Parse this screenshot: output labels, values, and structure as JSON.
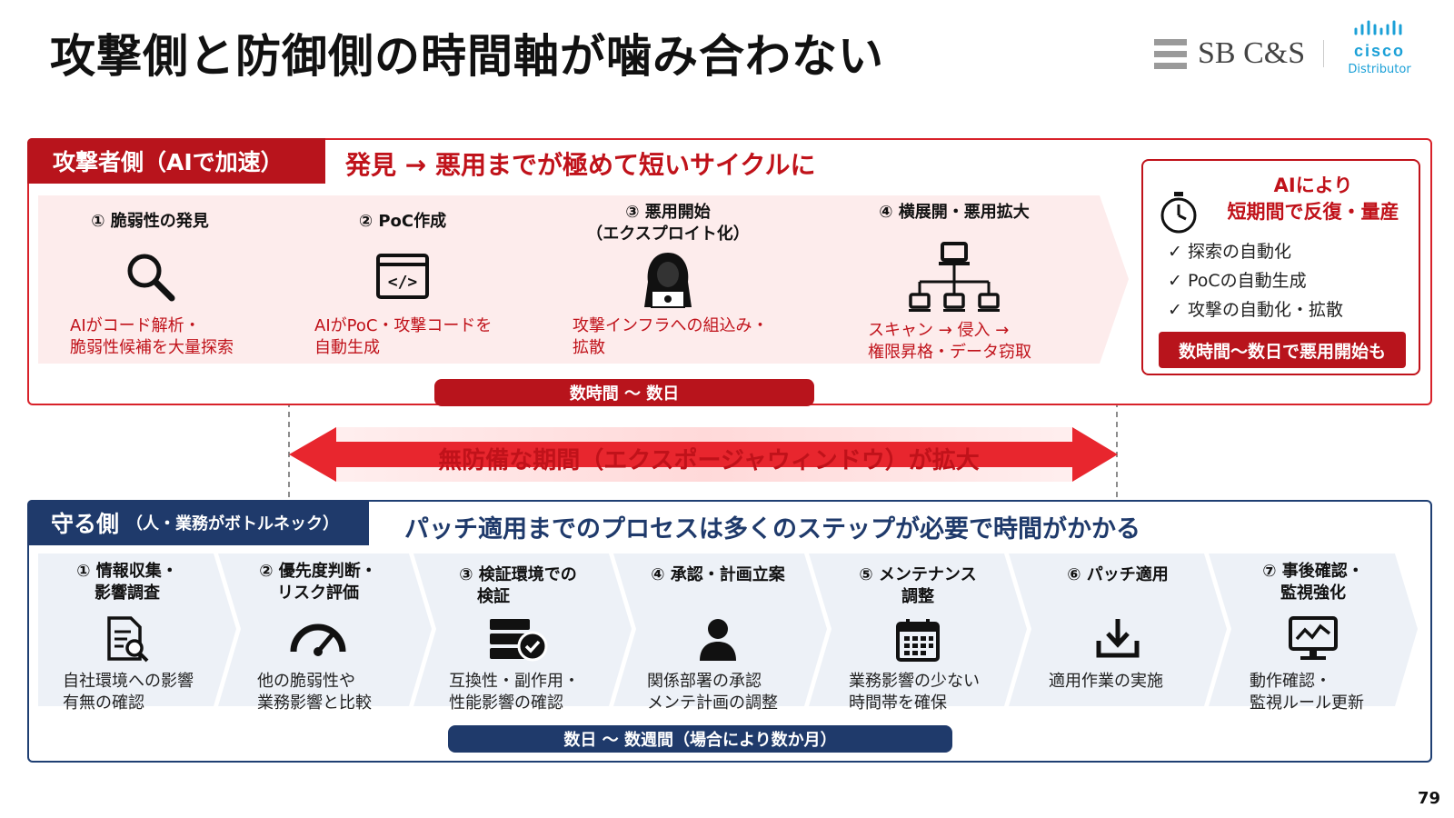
{
  "page": {
    "title": "攻撃側と防御側の時間軸が噛み合わない",
    "page_number": "79"
  },
  "logos": {
    "sbcs": "SB C&S",
    "cisco_word": "cisco",
    "cisco_sub": "Distributor"
  },
  "attacker": {
    "tab_label": "攻撃者側（AIで加速）",
    "headline": "発見 → 悪用までが極めて短いサイクルに",
    "steps": [
      {
        "title_lines": [
          "① 脆弱性の発見"
        ],
        "icon": "magnifier-icon",
        "desc_lines": [
          "AIがコード解析・",
          "脆弱性候補を大量探索"
        ]
      },
      {
        "title_lines": [
          "② PoC作成"
        ],
        "icon": "code-window-icon",
        "desc_lines": [
          "AIがPoC・攻撃コードを",
          "自動生成"
        ]
      },
      {
        "title_lines": [
          "③ 悪用開始",
          "（エクスプロイト化）"
        ],
        "icon": "hacker-icon",
        "desc_lines": [
          "攻撃インフラへの組込み・",
          "拡散"
        ]
      },
      {
        "title_lines": [
          "④ 横展開・悪用拡大"
        ],
        "icon": "network-icon",
        "desc_lines": [
          "スキャン → 侵入 →",
          "権限昇格・データ窃取"
        ]
      }
    ],
    "side": {
      "heading_lines": [
        "AIにより",
        "短期間で反復・量産"
      ],
      "items": [
        "✓ 探索の自動化",
        "✓ PoCの自動生成",
        "✓ 攻撃の自動化・拡散"
      ],
      "badge": "数時間〜数日で悪用開始も"
    },
    "timeline_label": "数時間 〜 数日"
  },
  "exposure": {
    "label": "無防備な期間（エクスポージャウィンドウ）が拡大"
  },
  "defender": {
    "tab_label": "守る側",
    "tab_sub": "（人・業務がボトルネック）",
    "headline": "パッチ適用までのプロセスは多くのステップが必要で時間がかかる",
    "steps": [
      {
        "title_lines": [
          "① 情報収集・",
          "影響調査"
        ],
        "icon": "document-search-icon",
        "desc_lines": [
          "自社環境への影響",
          "有無の確認"
        ]
      },
      {
        "title_lines": [
          "② 優先度判断・",
          "リスク評価"
        ],
        "icon": "gauge-icon",
        "desc_lines": [
          "他の脆弱性や",
          "業務影響と比較"
        ]
      },
      {
        "title_lines": [
          "③ 検証環境での",
          "検証"
        ],
        "icon": "server-check-icon",
        "desc_lines": [
          "互換性・副作用・",
          "性能影響の確認"
        ]
      },
      {
        "title_lines": [
          "④ 承認・計画立案"
        ],
        "icon": "person-icon",
        "desc_lines": [
          "関係部署の承認",
          "メンテ計画の調整"
        ]
      },
      {
        "title_lines": [
          "⑤ メンテナンス",
          "調整"
        ],
        "icon": "calendar-icon",
        "desc_lines": [
          "業務影響の少ない",
          "時間帯を確保"
        ]
      },
      {
        "title_lines": [
          "⑥ パッチ適用"
        ],
        "icon": "download-icon",
        "desc_lines": [
          "適用作業の実施"
        ]
      },
      {
        "title_lines": [
          "⑦ 事後確認・",
          "監視強化"
        ],
        "icon": "monitor-icon",
        "desc_lines": [
          "動作確認・",
          "監視ルール更新"
        ]
      }
    ],
    "timeline_label": "数日 〜 数週間（場合により数か月）"
  },
  "colors": {
    "attack_red": "#b8141c",
    "attack_text_red": "#c0121a",
    "defense_navy": "#1f3a6b",
    "attack_chevron_fill": "#fdecec",
    "defense_chevron_fill": "#edf1f7"
  }
}
